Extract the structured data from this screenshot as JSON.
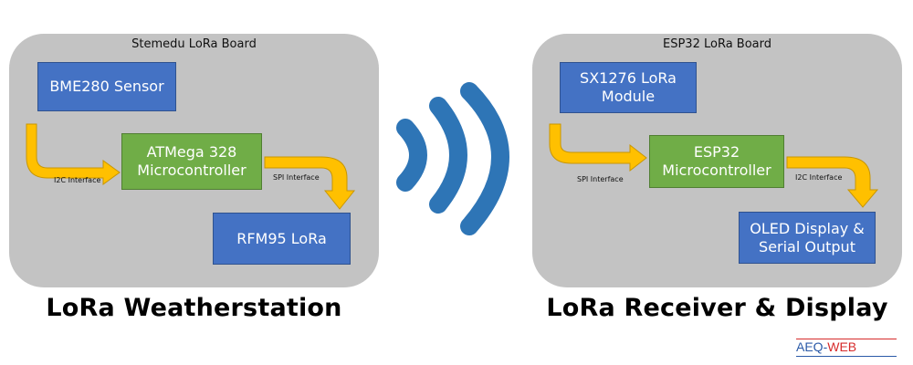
{
  "left_board": {
    "title": "Stemedu LoRa Board",
    "sensor": "BME280 Sensor",
    "mcu": "ATMega 328 Microcontroller",
    "radio": "RFM95 LoRa",
    "iface_1": "I2C Interface",
    "iface_2": "SPI Interface",
    "caption": "LoRa Weatherstation"
  },
  "right_board": {
    "title": "ESP32 LoRa Board",
    "radio": "SX1276 LoRa Module",
    "mcu": "ESP32 Microcontroller",
    "output": "OLED Display & Serial Output",
    "iface_1": "SPI Interface",
    "iface_2": "I2C Interface",
    "caption": "LoRa Receiver & Display"
  },
  "logo": {
    "part1": "AEQ-",
    "part2": "WEB"
  },
  "colors": {
    "board": "#c3c3c3",
    "block_blue": "#4472c4",
    "block_green": "#70ad47",
    "arrow": "#ffc000",
    "waves": "#2e75b6"
  }
}
